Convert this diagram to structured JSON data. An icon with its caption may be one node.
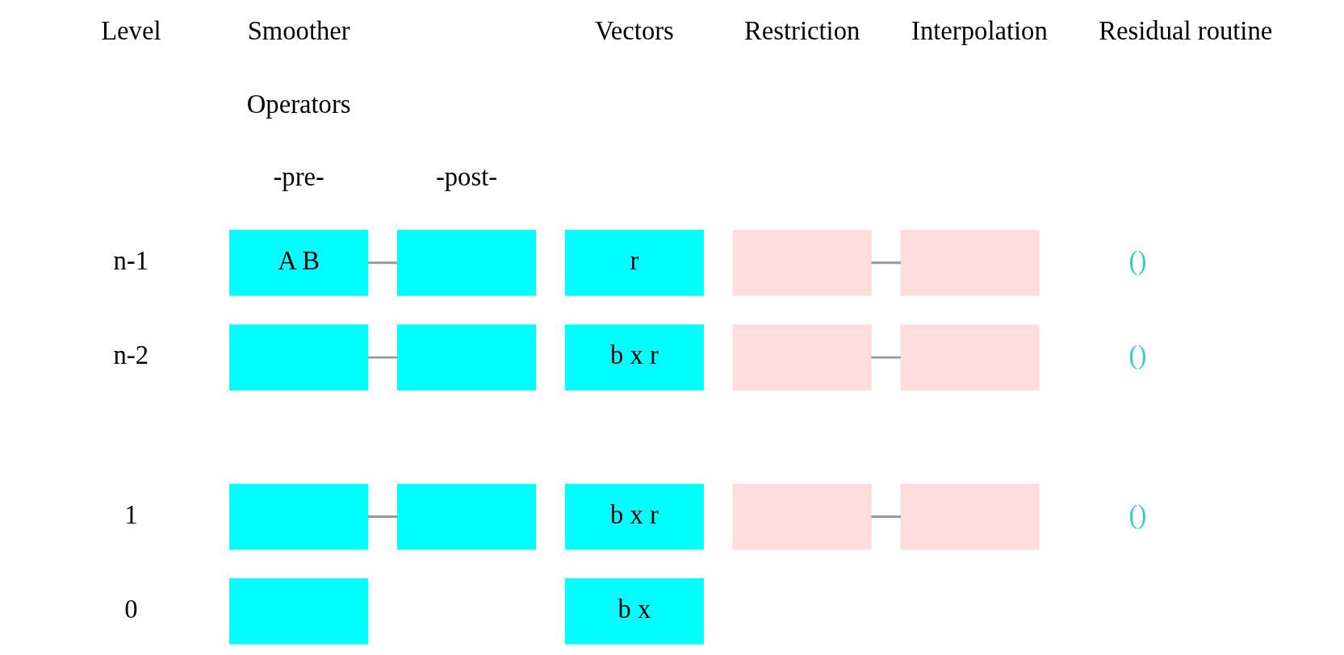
{
  "diagram": {
    "nodes": [
      {
        "text": [
          "A B"
        ]
      },
      {
        "text": [],
        "shape": "box"
      },
      {
        "text": [
          "r"
        ]
      },
      {
        "text": [],
        "shape": "box"
      },
      {
        "text": [],
        "shape": "box"
      },
      {
        "text": [],
        "shape": "box"
      },
      {
        "text": [],
        "shape": "box"
      },
      {
        "text": [
          "b x r"
        ]
      },
      {
        "text": [],
        "shape": "box"
      },
      {
        "text": [],
        "shape": "box"
      },
      {
        "text": [],
        "shape": "box"
      },
      {
        "text": [],
        "shape": "box"
      },
      {
        "text": [
          "b x r"
        ]
      },
      {
        "text": [],
        "shape": "box"
      },
      {
        "text": [],
        "shape": "box"
      },
      {
        "text": [],
        "shape": "box"
      },
      {
        "text": [
          "b x"
        ]
      }
    ],
    "edges": [
      {
        "from": 0,
        "to": 1,
        "arrow": "none"
      },
      {
        "from": 3,
        "to": 4,
        "arrow": "none"
      },
      {
        "from": 5,
        "to": 6,
        "arrow": "none"
      },
      {
        "from": 8,
        "to": 9,
        "arrow": "none"
      },
      {
        "from": 10,
        "to": 11,
        "arrow": "none"
      },
      {
        "from": 13,
        "to": 14,
        "arrow": "none"
      }
    ],
    "labels": [
      "Level",
      "Smoother",
      "Vectors",
      "Restriction",
      "Interpolation",
      "Residual routine",
      "Operators",
      "-pre-",
      "-post-",
      "n-1",
      "()",
      "n-2",
      "()",
      "1",
      "()",
      "0"
    ]
  }
}
